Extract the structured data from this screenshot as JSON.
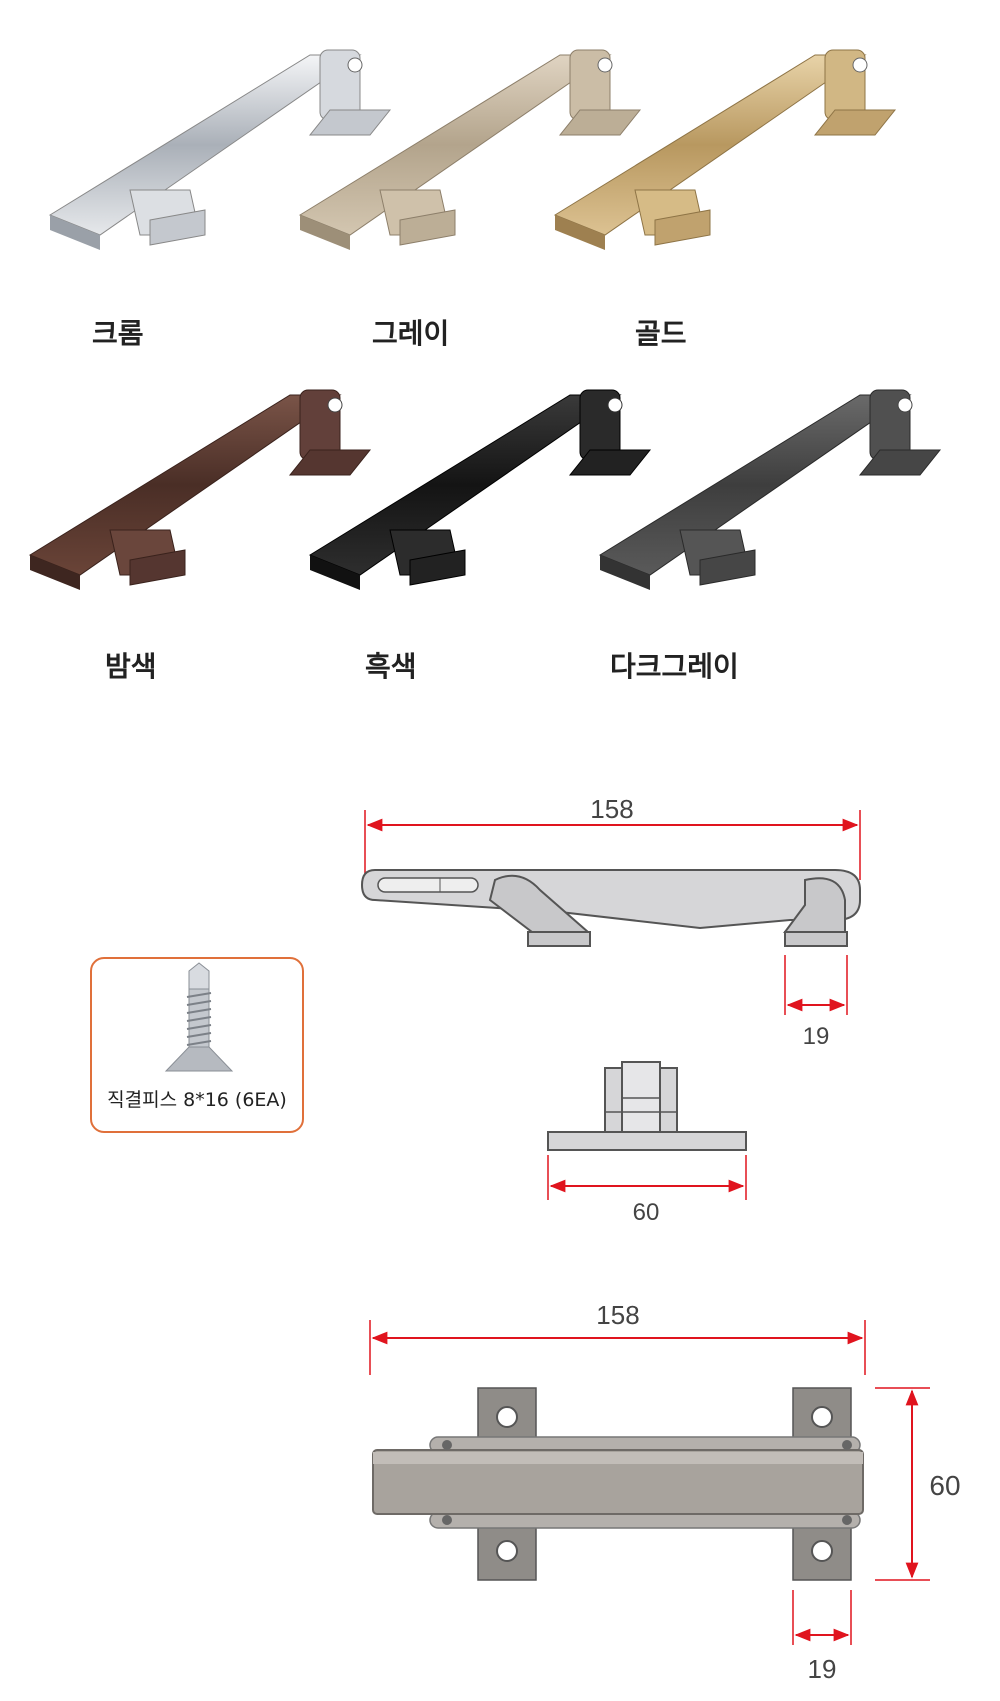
{
  "colors": [
    {
      "label": "크롬",
      "hex": "#c9ccd1"
    },
    {
      "label": "그레이",
      "hex": "#c3b49c"
    },
    {
      "label": "골드",
      "hex": "#c8a874"
    },
    {
      "label": "밤색",
      "hex": "#5a3a30"
    },
    {
      "label": "흑색",
      "hex": "#1e1e1e"
    },
    {
      "label": "다크그레이",
      "hex": "#4a4a4a"
    }
  ],
  "screw": {
    "caption": "직결피스 8*16 (6EA)"
  },
  "dimensions": {
    "side_length": "158",
    "side_foot_width": "19",
    "end_width": "60",
    "top_length": "158",
    "top_height": "60",
    "top_foot_width": "19"
  },
  "accent": {
    "dimension_line": "#e0141e",
    "screw_border": "#e0703a"
  }
}
